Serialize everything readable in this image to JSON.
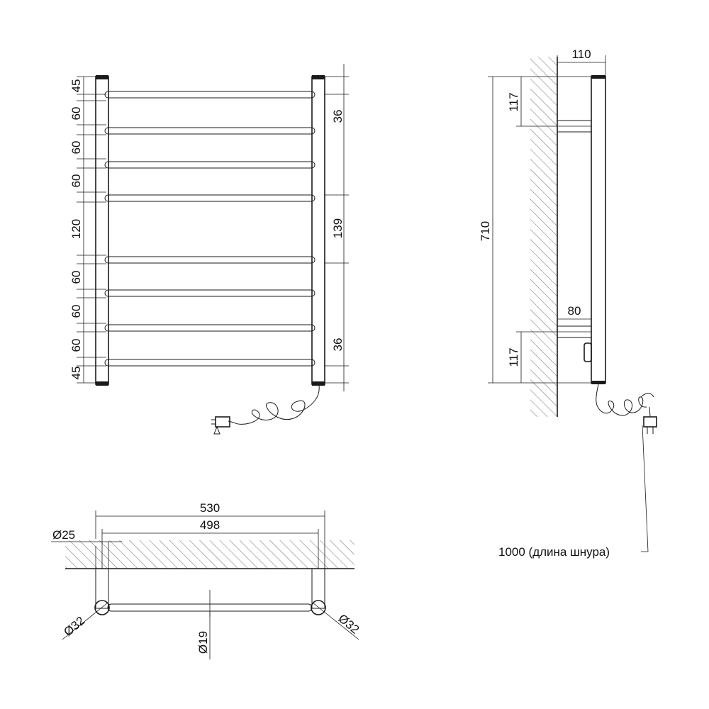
{
  "front_view": {
    "left_dims": [
      "45",
      "60",
      "60",
      "60",
      "120",
      "60",
      "60",
      "60",
      "45"
    ],
    "right_dims": [
      "36",
      "139",
      "36"
    ]
  },
  "side_view": {
    "depth_top": "110",
    "height_total": "710",
    "top_offset": "117",
    "bottom_offset": "117",
    "bracket_depth": "80",
    "cable_note": "1000 (длина шнура)"
  },
  "top_view": {
    "overall_width": "530",
    "axis_width": "498",
    "pipe_diameter_small": "Ø25",
    "pipe_diameter_left": "Ø32",
    "pipe_diameter_right": "Ø32",
    "rail_diameter": "Ø19"
  },
  "colors": {
    "line": "#1a1a1a",
    "background": "#ffffff"
  }
}
